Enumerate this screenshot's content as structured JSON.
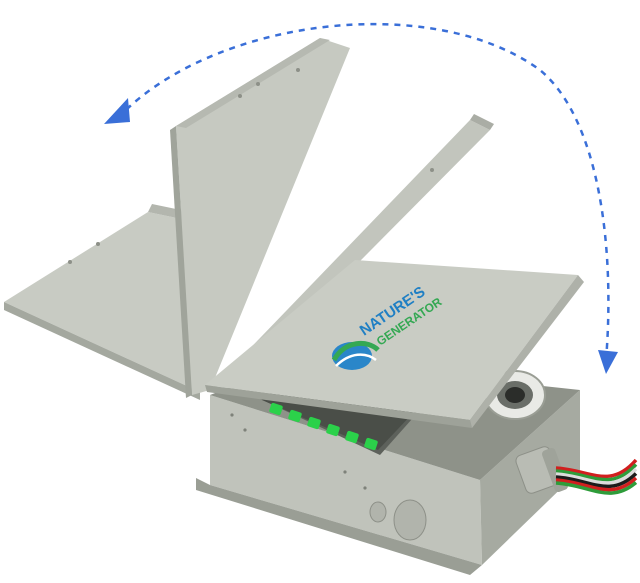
{
  "product": {
    "brand_line1": "NATURE'S",
    "brand_line2": "GENERATOR",
    "logo_icon": "globe-swoosh-icon",
    "rotation_arrow_icon": "curved-dashed-double-arrow-icon"
  },
  "colors": {
    "background": "#ffffff",
    "enclosure": "#c3c6be",
    "enclosure_shadow": "#9fa39a",
    "enclosure_light": "#d4d6cf",
    "arrow": "#3a6fd8",
    "breaker_green": "#2bd14a",
    "logo_blue": "#1f7fc4",
    "logo_green": "#34a853",
    "wire_red": "#d11f1f",
    "wire_green": "#2e9c3a",
    "wire_white": "#f4f4f4",
    "wire_black": "#1c1c1c"
  },
  "breakers": {
    "count": 6,
    "state": "on"
  },
  "wires": [
    "red",
    "green",
    "white",
    "black",
    "red",
    "green"
  ]
}
